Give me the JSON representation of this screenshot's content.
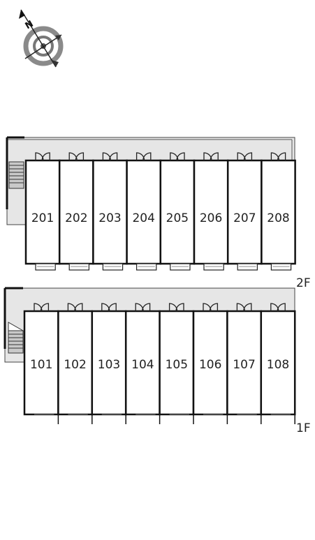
{
  "compass": {
    "label": "N",
    "icon": "north-arrow-compass-icon"
  },
  "floors": [
    {
      "id": "2f",
      "label": "2F",
      "units": [
        "201",
        "202",
        "203",
        "204",
        "205",
        "206",
        "207",
        "208"
      ]
    },
    {
      "id": "1f",
      "label": "1F",
      "units": [
        "101",
        "102",
        "103",
        "104",
        "105",
        "106",
        "107",
        "108"
      ]
    }
  ],
  "colors": {
    "walkway": "#e6e6e6",
    "stair": "#c9c9c9",
    "wall": "#111111",
    "compass_ring": "#8a8a8a"
  }
}
